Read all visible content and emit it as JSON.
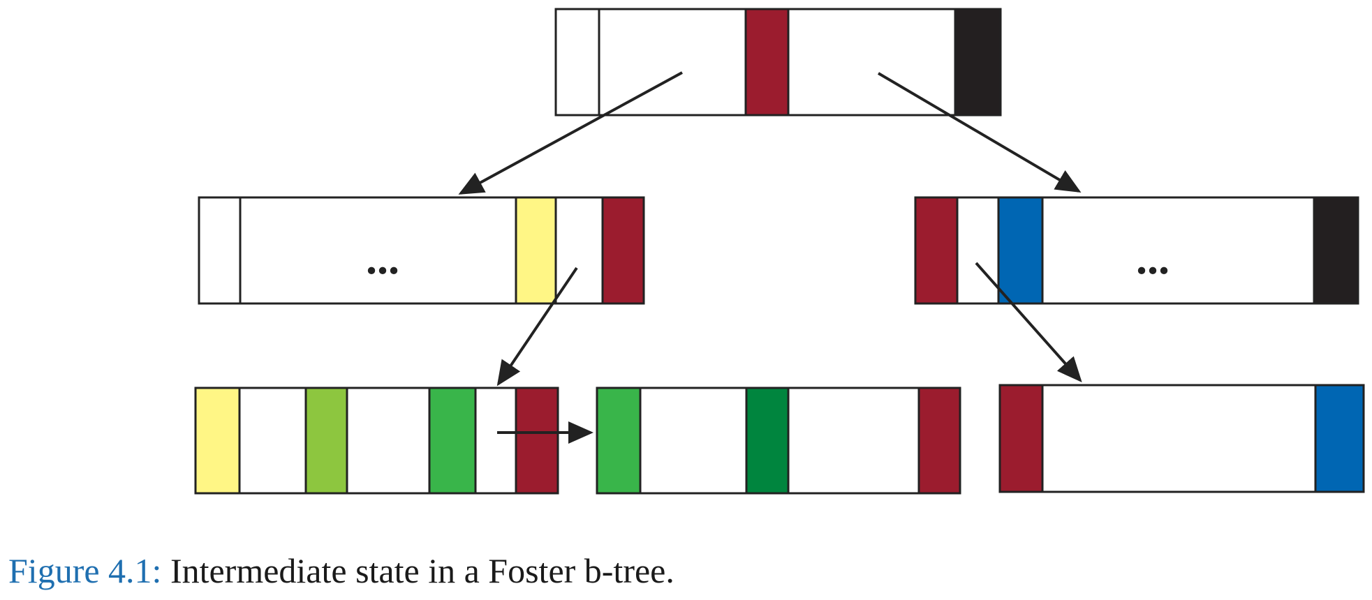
{
  "caption": {
    "label": "Figure 4.1:",
    "text": " Intermediate state in a Foster b-tree."
  },
  "ellipsis": "...",
  "colors": {
    "white": "#ffffff",
    "black": "#231f20",
    "dark_red": "#9b1c2e",
    "yellow": "#fff685",
    "blue": "#0066b3",
    "lime_green": "#8dc63f",
    "green": "#39b54a",
    "dark_green": "#00853e",
    "caption_blue": "#1f6fb0"
  },
  "nodes": [
    {
      "id": "root",
      "slot_colors": [
        "white",
        "dark_red",
        "black"
      ]
    },
    {
      "id": "inner-left",
      "slot_colors": [
        "white",
        "yellow",
        "dark_red"
      ],
      "has_ellipsis": true
    },
    {
      "id": "inner-right",
      "slot_colors": [
        "dark_red",
        "blue",
        "black"
      ],
      "has_ellipsis": true
    },
    {
      "id": "leaf-1",
      "slot_colors": [
        "yellow",
        "lime_green",
        "green",
        "dark_red"
      ]
    },
    {
      "id": "leaf-2",
      "slot_colors": [
        "green",
        "dark_green",
        "dark_red"
      ]
    },
    {
      "id": "leaf-3",
      "slot_colors": [
        "dark_red",
        "blue"
      ]
    }
  ],
  "edges": [
    {
      "from": "root",
      "to": "inner-left",
      "type": "child-pointer"
    },
    {
      "from": "root",
      "to": "inner-right",
      "type": "child-pointer"
    },
    {
      "from": "inner-left",
      "to": "leaf-1",
      "type": "child-pointer"
    },
    {
      "from": "inner-right",
      "to": "leaf-3",
      "type": "child-pointer"
    },
    {
      "from": "leaf-1",
      "to": "leaf-2",
      "type": "foster-pointer"
    }
  ]
}
